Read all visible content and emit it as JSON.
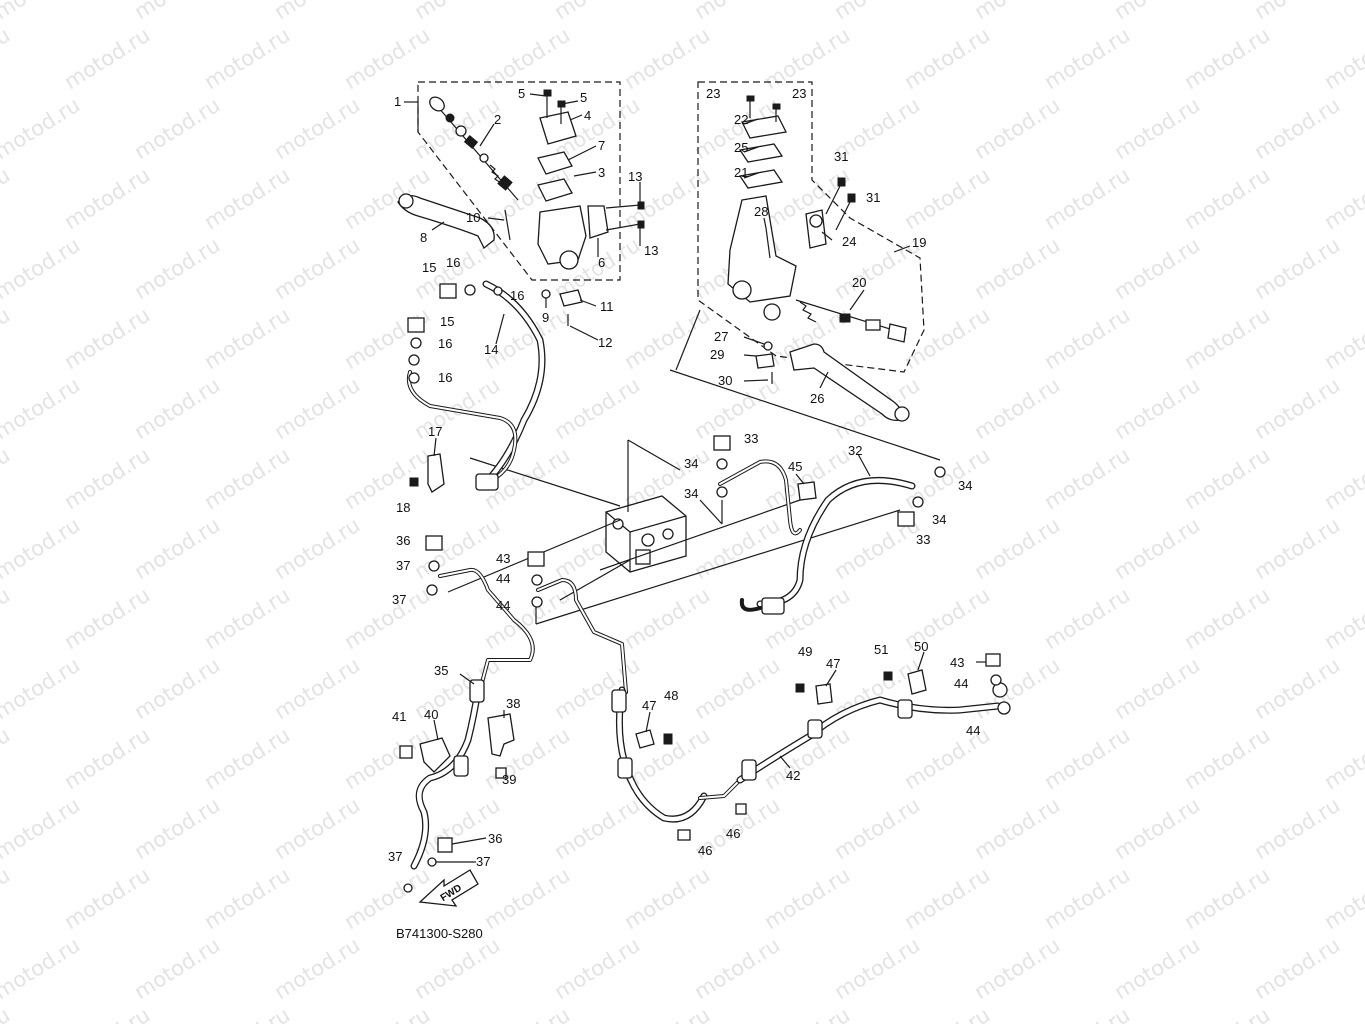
{
  "watermark": "motod.ru",
  "diagram_code": "B741300-S280",
  "fwd_label": "FWD",
  "callouts": [
    {
      "id": "c1",
      "label": "1"
    },
    {
      "id": "c2",
      "label": "2"
    },
    {
      "id": "c3",
      "label": "3"
    },
    {
      "id": "c4",
      "label": "4"
    },
    {
      "id": "c5a",
      "label": "5"
    },
    {
      "id": "c5b",
      "label": "5"
    },
    {
      "id": "c6",
      "label": "6"
    },
    {
      "id": "c7",
      "label": "7"
    },
    {
      "id": "c8",
      "label": "8"
    },
    {
      "id": "c9",
      "label": "9"
    },
    {
      "id": "c10",
      "label": "10"
    },
    {
      "id": "c11",
      "label": "11"
    },
    {
      "id": "c12",
      "label": "12"
    },
    {
      "id": "c13a",
      "label": "13"
    },
    {
      "id": "c13b",
      "label": "13"
    },
    {
      "id": "c14",
      "label": "14"
    },
    {
      "id": "c15a",
      "label": "15"
    },
    {
      "id": "c15b",
      "label": "15"
    },
    {
      "id": "c16a",
      "label": "16"
    },
    {
      "id": "c16b",
      "label": "16"
    },
    {
      "id": "c16c",
      "label": "16"
    },
    {
      "id": "c16d",
      "label": "16"
    },
    {
      "id": "c17",
      "label": "17"
    },
    {
      "id": "c18",
      "label": "18"
    },
    {
      "id": "c19",
      "label": "19"
    },
    {
      "id": "c20",
      "label": "20"
    },
    {
      "id": "c21",
      "label": "21"
    },
    {
      "id": "c22",
      "label": "22"
    },
    {
      "id": "c23a",
      "label": "23"
    },
    {
      "id": "c23b",
      "label": "23"
    },
    {
      "id": "c24",
      "label": "24"
    },
    {
      "id": "c25",
      "label": "25"
    },
    {
      "id": "c26",
      "label": "26"
    },
    {
      "id": "c27",
      "label": "27"
    },
    {
      "id": "c28",
      "label": "28"
    },
    {
      "id": "c29",
      "label": "29"
    },
    {
      "id": "c30",
      "label": "30"
    },
    {
      "id": "c31a",
      "label": "31"
    },
    {
      "id": "c31b",
      "label": "31"
    },
    {
      "id": "c32",
      "label": "32"
    },
    {
      "id": "c33a",
      "label": "33"
    },
    {
      "id": "c33b",
      "label": "33"
    },
    {
      "id": "c34a",
      "label": "34"
    },
    {
      "id": "c34b",
      "label": "34"
    },
    {
      "id": "c34c",
      "label": "34"
    },
    {
      "id": "c34d",
      "label": "34"
    },
    {
      "id": "c35",
      "label": "35"
    },
    {
      "id": "c36a",
      "label": "36"
    },
    {
      "id": "c36b",
      "label": "36"
    },
    {
      "id": "c37a",
      "label": "37"
    },
    {
      "id": "c37b",
      "label": "37"
    },
    {
      "id": "c37c",
      "label": "37"
    },
    {
      "id": "c37d",
      "label": "37"
    },
    {
      "id": "c38",
      "label": "38"
    },
    {
      "id": "c39",
      "label": "39"
    },
    {
      "id": "c40",
      "label": "40"
    },
    {
      "id": "c41",
      "label": "41"
    },
    {
      "id": "c42",
      "label": "42"
    },
    {
      "id": "c43a",
      "label": "43"
    },
    {
      "id": "c43b",
      "label": "43"
    },
    {
      "id": "c44a",
      "label": "44"
    },
    {
      "id": "c44b",
      "label": "44"
    },
    {
      "id": "c44c",
      "label": "44"
    },
    {
      "id": "c44d",
      "label": "44"
    },
    {
      "id": "c45",
      "label": "45"
    },
    {
      "id": "c46a",
      "label": "46"
    },
    {
      "id": "c46b",
      "label": "46"
    },
    {
      "id": "c47a",
      "label": "47"
    },
    {
      "id": "c47b",
      "label": "47"
    },
    {
      "id": "c48",
      "label": "48"
    },
    {
      "id": "c49",
      "label": "49"
    },
    {
      "id": "c50",
      "label": "50"
    },
    {
      "id": "c51",
      "label": "51"
    }
  ]
}
